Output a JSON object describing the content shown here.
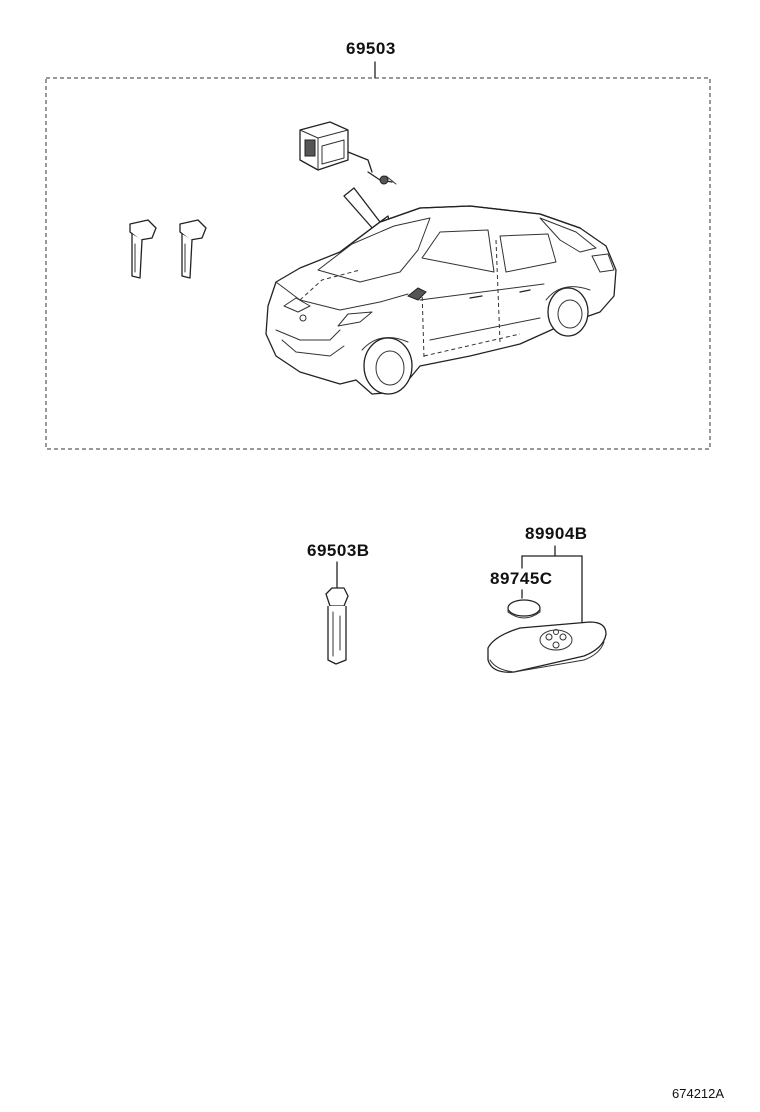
{
  "diagram": {
    "parts": {
      "assembly": "69503",
      "key_blank": "69503B",
      "transmitter": "89904B",
      "battery": "89745C"
    },
    "illustration_id": "674212A"
  }
}
